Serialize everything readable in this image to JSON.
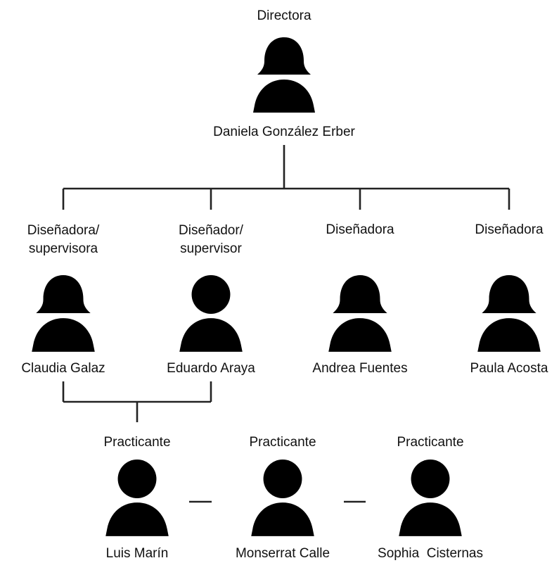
{
  "director": {
    "role": "Directora",
    "name": "Daniela González Erber",
    "icon": "female-person-icon"
  },
  "level2": [
    {
      "role": "Diseñadora/\nsupervisora",
      "name": "Claudia Galaz",
      "icon": "female-person-icon"
    },
    {
      "role": "Diseñador/\nsupervisor",
      "name": "Eduardo Araya",
      "icon": "male-person-icon"
    },
    {
      "role": "Diseñadora",
      "name": "Andrea Fuentes",
      "icon": "female-person-icon"
    },
    {
      "role": "Diseñadora",
      "name": "Paula Acosta",
      "icon": "female-person-icon"
    }
  ],
  "interns": [
    {
      "role": "Practicante",
      "name": "Luis Marín",
      "icon": "male-person-icon"
    },
    {
      "role": "Practicante",
      "name": "Monserrat Calle",
      "icon": "male-person-icon"
    },
    {
      "role": "Practicante",
      "name": "Sophia  Cisternas",
      "icon": "male-person-icon"
    }
  ],
  "colors": {
    "line": "#222222",
    "silhouette": "#000000",
    "text": "#111111",
    "background": "#ffffff"
  }
}
